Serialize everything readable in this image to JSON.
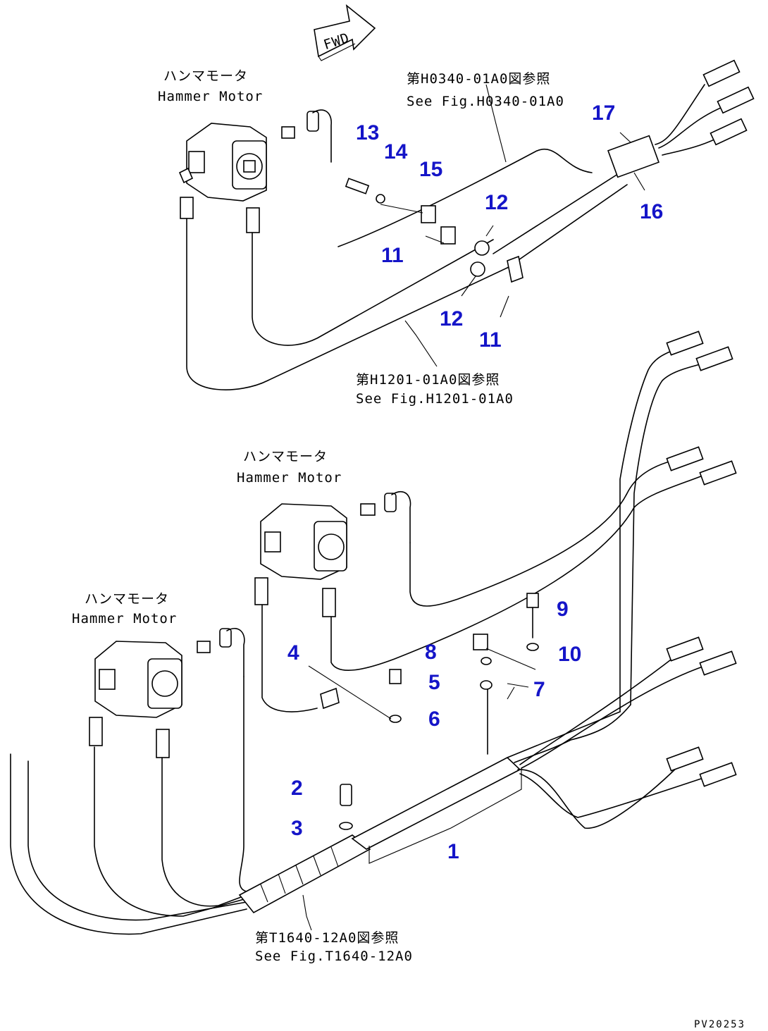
{
  "fwd_label": "FWD",
  "upper": {
    "motor_jp": "ハンマモータ",
    "motor_en": "Hammer Motor",
    "ref_top_jp": "第H0340-01A0図参照",
    "ref_top_en": "See Fig.H0340-01A0",
    "ref_mid_jp": "第H1201-01A0図参照",
    "ref_mid_en": "See Fig.H1201-01A0"
  },
  "middle": {
    "motor_jp": "ハンマモータ",
    "motor_en": "Hammer Motor"
  },
  "lower": {
    "motor_jp": "ハンマモータ",
    "motor_en": "Hammer Motor",
    "ref_bottom_jp": "第T1640-12A0図参照",
    "ref_bottom_en": "See Fig.T1640-12A0"
  },
  "callouts": [
    "1",
    "2",
    "3",
    "4",
    "5",
    "6",
    "7",
    "8",
    "9",
    "10",
    "11",
    "12",
    "13",
    "14",
    "15",
    "16",
    "17",
    "12",
    "11"
  ],
  "drawing_code": "PV20253",
  "colors": {
    "callout": "#1515c8",
    "line": "#000000"
  }
}
